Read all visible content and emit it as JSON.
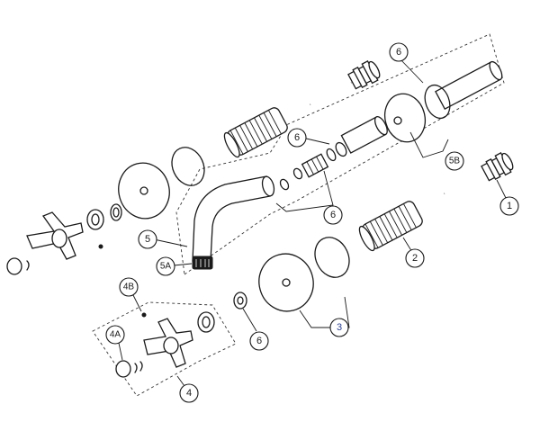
{
  "diagram": {
    "callouts": {
      "c1": "1",
      "c2": "2",
      "c3": "3",
      "c4": "4",
      "c4a": "4A",
      "c4b": "4B",
      "c5": "5",
      "c5a": "5A",
      "c5b": "5B",
      "c6_top": "6",
      "c6_upper_mid": "6",
      "c6_mid": "6",
      "c6_bottom": "6"
    },
    "colors": {
      "line": "#1a1a1a",
      "background": "#ffffff",
      "callout_3_text": "#2a3f8f"
    }
  }
}
